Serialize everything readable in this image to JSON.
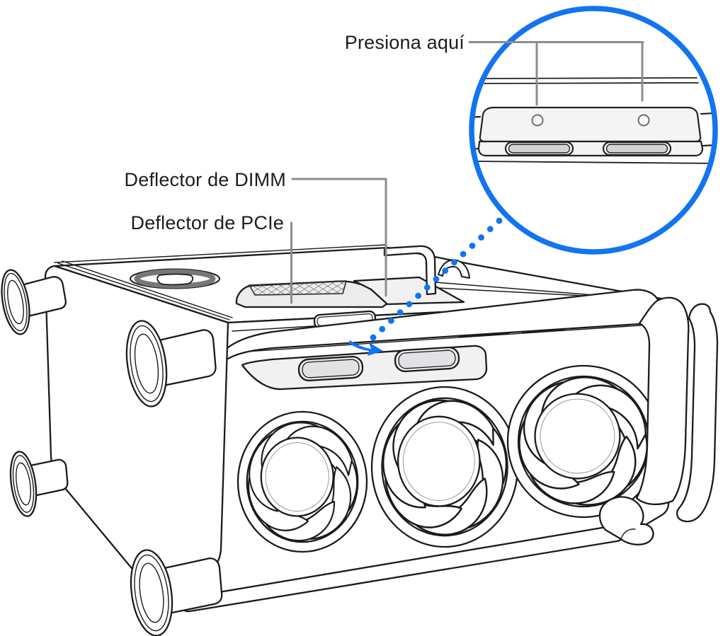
{
  "labels": {
    "press_here": "Presiona aquí",
    "dimm_baffle": "Deflector de DIMM",
    "pcie_baffle": "Deflector de PCIe"
  },
  "colors": {
    "accent_blue": "#1274F0",
    "callout_line_gray": "#8D8D8D",
    "artwork_line": "#1B1B1D",
    "text": "#1D1D1F",
    "baffle_fill": "#EDEDED",
    "latch_fill": "#F1F1F2",
    "slot_fill": "#D6D6D8",
    "background": "#FFFFFF"
  },
  "icons": {
    "magnifier_circle": "zoom-detail-circle",
    "leader": "dotted-leader-line",
    "arrow": "press-arrow-icon"
  }
}
